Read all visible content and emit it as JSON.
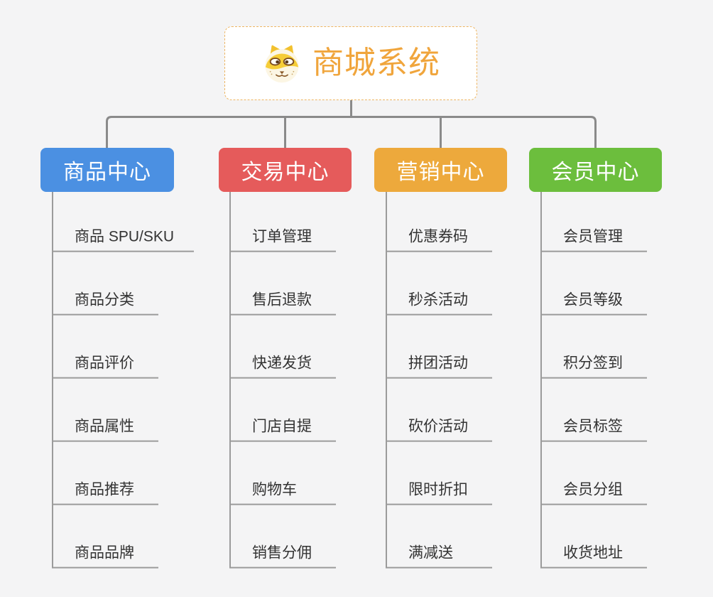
{
  "page": {
    "background_color": "#f4f4f5",
    "connector_trunk_color": "#8a8a8a",
    "leaf_line_color": "#9b9b9b"
  },
  "root": {
    "title": "商城系统",
    "icon": "dog-face-icon",
    "text_color": "#f0a53c",
    "border_color": "#edb562"
  },
  "branches": [
    {
      "label": "商品中心",
      "color": "#4b90e2",
      "items": [
        "商品 SPU/SKU",
        "商品分类",
        "商品评价",
        "商品属性",
        "商品推荐",
        "商品品牌"
      ]
    },
    {
      "label": "交易中心",
      "color": "#e55b5b",
      "items": [
        "订单管理",
        "售后退款",
        "快递发货",
        "门店自提",
        "购物车",
        "销售分佣"
      ]
    },
    {
      "label": "营销中心",
      "color": "#eda93c",
      "items": [
        "优惠券码",
        "秒杀活动",
        "拼团活动",
        "砍价活动",
        "限时折扣",
        "满减送"
      ]
    },
    {
      "label": "会员中心",
      "color": "#6cbe3d",
      "items": [
        "会员管理",
        "会员等级",
        "积分签到",
        "会员标签",
        "会员分组",
        "收货地址"
      ]
    }
  ]
}
